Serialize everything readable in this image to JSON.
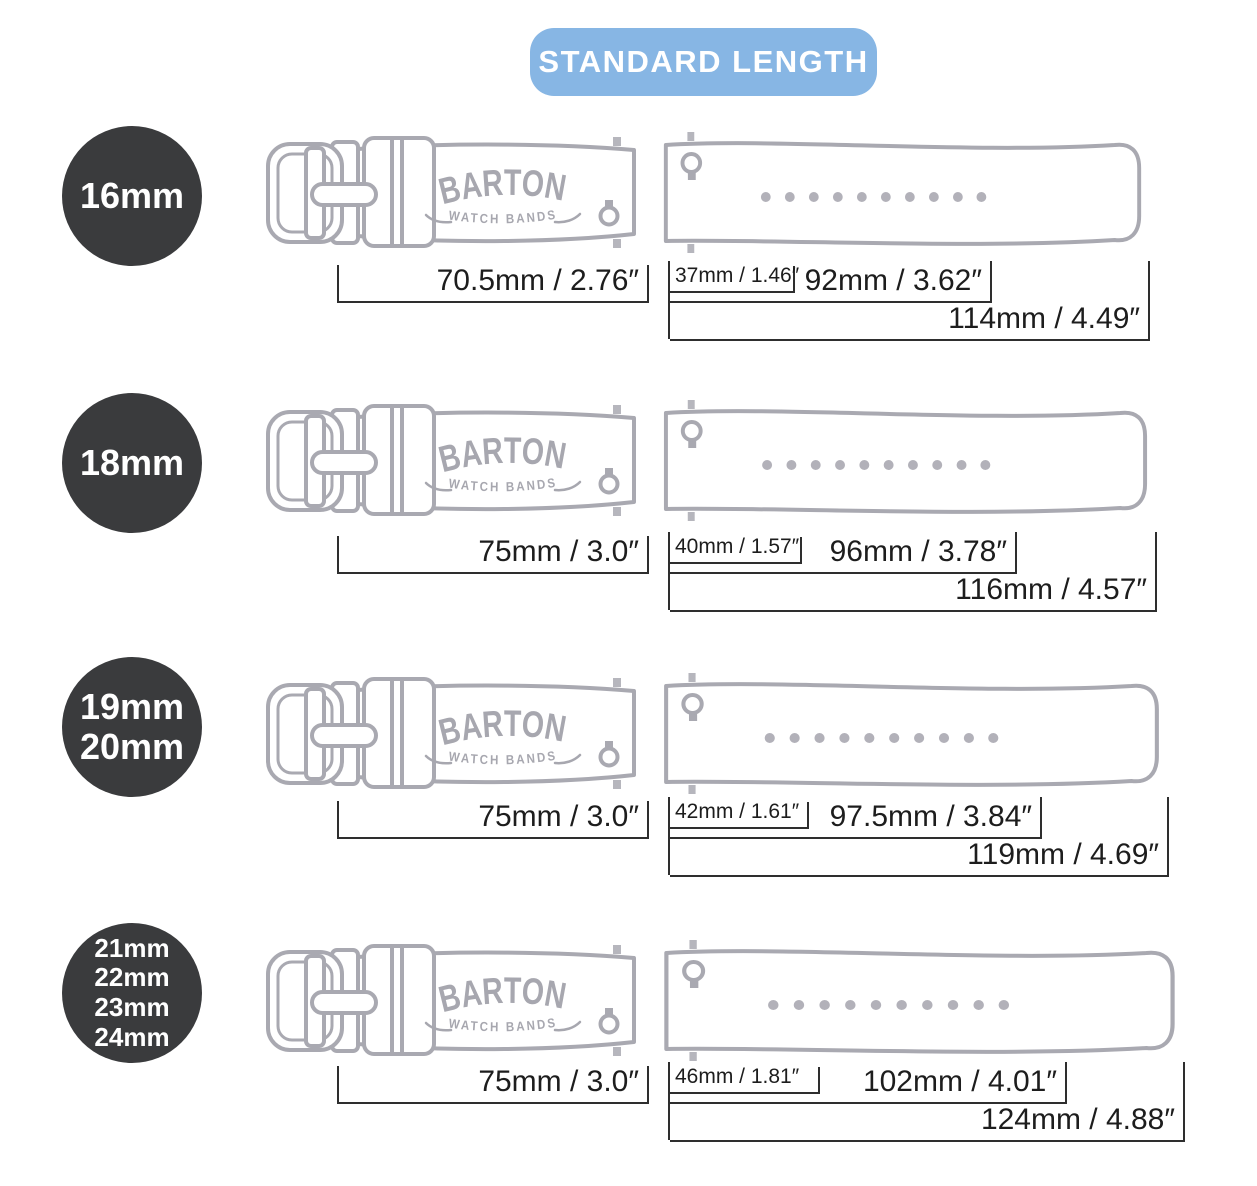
{
  "header": {
    "badge": "STANDARD LENGTH"
  },
  "logo": {
    "name": "BARTON",
    "tagline": "WATCH BANDS"
  },
  "colors": {
    "badge_bg": "#87b6e4",
    "circle_bg": "#3a3b3d",
    "strap_stroke": "#a9a9b1",
    "dimension_line": "#2e2e2e"
  },
  "rows": [
    {
      "sizes": [
        "16mm"
      ],
      "buckle_side_length": "70.5mm / 2.76″",
      "lug_to_first_hole": "37mm / 1.46″",
      "hole_side_length": "92mm / 3.62″",
      "total_length": "114mm / 4.49″"
    },
    {
      "sizes": [
        "18mm"
      ],
      "buckle_side_length": "75mm / 3.0″",
      "lug_to_first_hole": "40mm / 1.57″",
      "hole_side_length": "96mm / 3.78″",
      "total_length": "116mm / 4.57″"
    },
    {
      "sizes": [
        "19mm",
        "20mm"
      ],
      "buckle_side_length": "75mm / 3.0″",
      "lug_to_first_hole": "42mm / 1.61″",
      "hole_side_length": "97.5mm / 3.84″",
      "total_length": "119mm / 4.69″"
    },
    {
      "sizes": [
        "21mm",
        "22mm",
        "23mm",
        "24mm"
      ],
      "buckle_side_length": "75mm / 3.0″",
      "lug_to_first_hole": "46mm / 1.81″",
      "hole_side_length": "102mm / 4.01″",
      "total_length": "124mm / 4.88″"
    }
  ]
}
